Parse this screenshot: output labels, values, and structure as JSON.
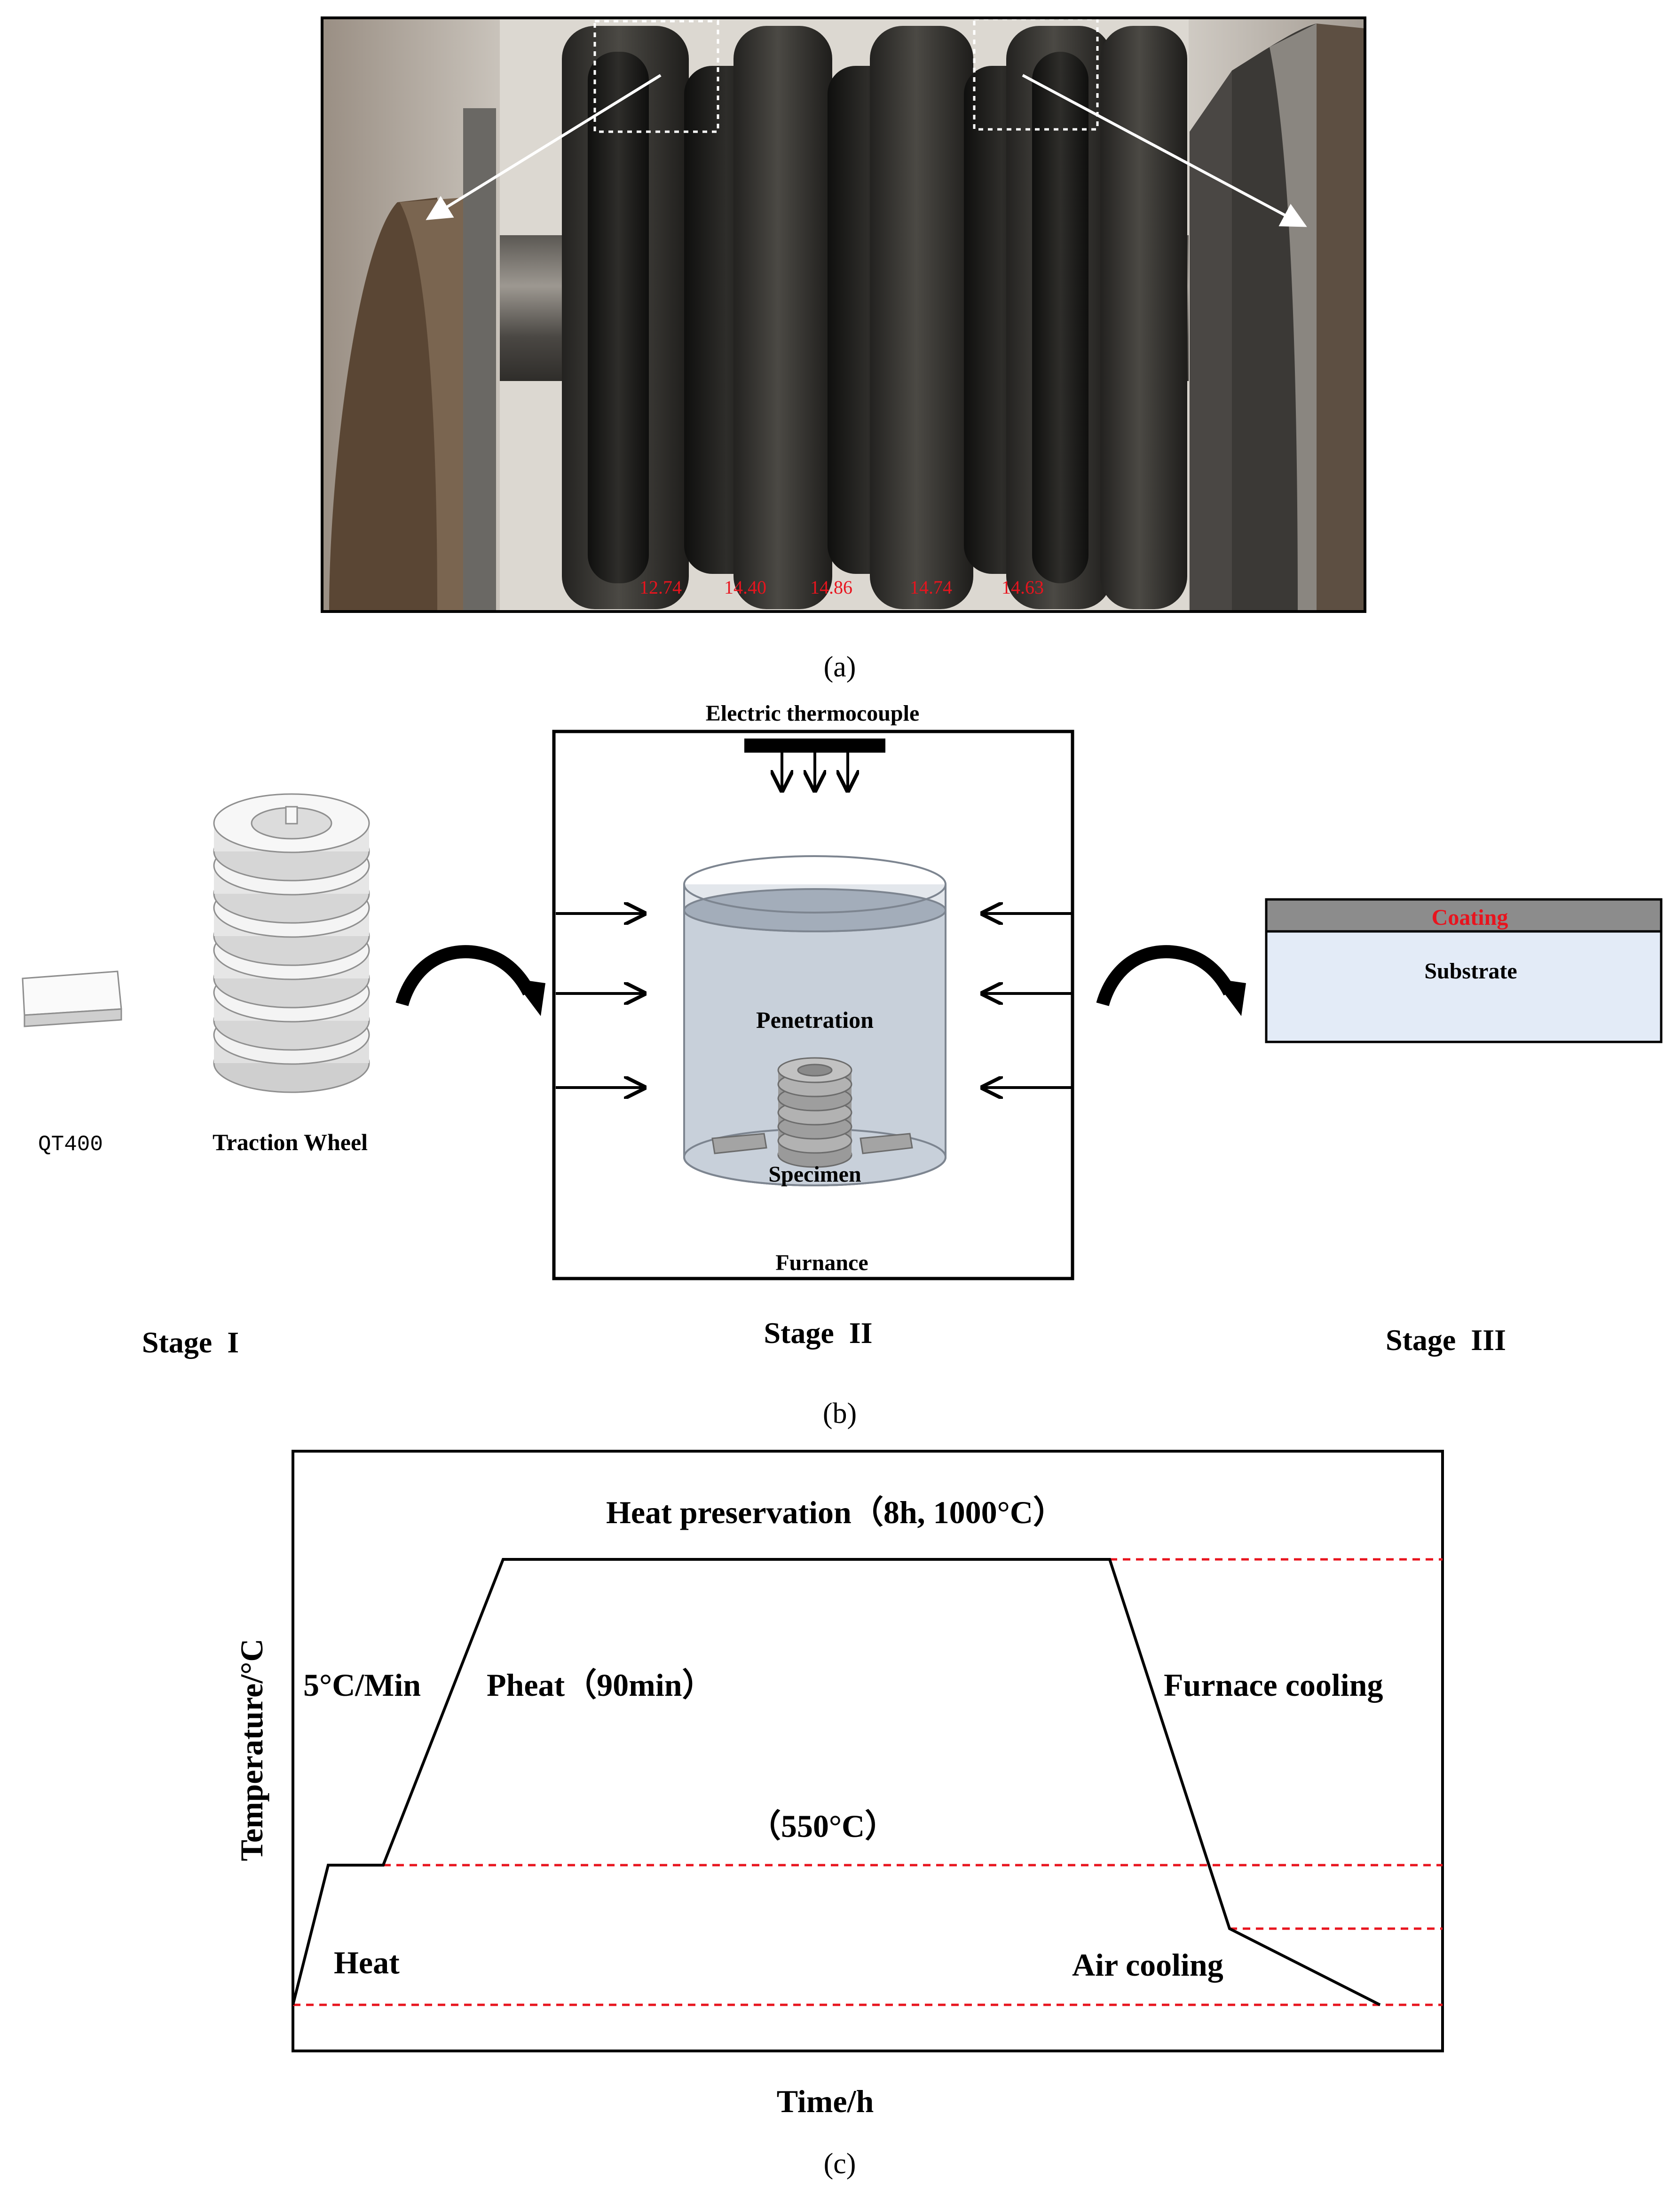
{
  "panel_a": {
    "caption": "(a)",
    "groove_measurements": [
      "12.74",
      "14.40",
      "14.86",
      "14.74",
      "14.63"
    ],
    "measurement_color": "#e8141e"
  },
  "panel_b": {
    "caption": "(b)",
    "stage_1": {
      "label": "Stage  I",
      "material_label": "QT400",
      "wheel_label": "Traction Wheel"
    },
    "stage_2": {
      "label": "Stage  II",
      "heater_label": "Electric thermocouple",
      "liquid_label": "Penetration",
      "specimen_label": "Specimen",
      "furnace_label": "Furnance"
    },
    "stage_3": {
      "label": "Stage  III",
      "coating_label": "Coating",
      "substrate_label": "Substrate",
      "coating_label_color": "#e8141e"
    }
  },
  "panel_c": {
    "caption": "(c)",
    "x_axis_label": "Time/h",
    "y_axis_label": "Temperature/°C",
    "annotations": {
      "hold_high": "Heat preservation（8h, 1000°C）",
      "ramp_rate": "5°C/Min",
      "preheat": "Pheat（90min）",
      "preheat_temp": "（550°C）",
      "furnace_cooling": "Furnace cooling",
      "heat": "Heat",
      "air_cooling": "Air cooling"
    },
    "reference_line_color": "#e8141e"
  }
}
